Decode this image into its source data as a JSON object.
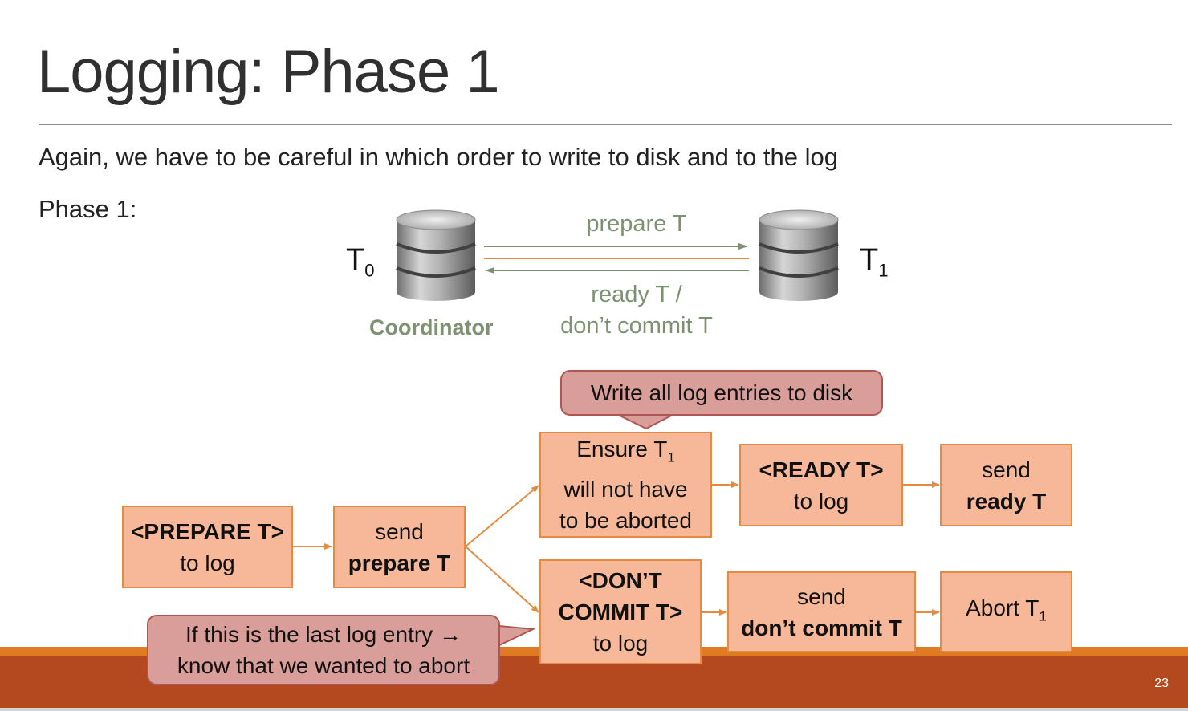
{
  "slide": {
    "title": "Logging: Phase 1",
    "subtitle": "Again, we have to be careful in which order to write to disk and to the log",
    "phase_label": "Phase 1:",
    "page_number": "23"
  },
  "top_diagram": {
    "left_db": {
      "label": "T",
      "sub": "0",
      "role": "Coordinator"
    },
    "right_db": {
      "label": "T",
      "sub": "1"
    },
    "forward_message": "prepare T",
    "reply_message_line1": "ready T /",
    "reply_message_line2": "don’t commit T"
  },
  "flow": {
    "prepare_log": {
      "line1": "<PREPARE T>",
      "line2": "to log"
    },
    "send_prepare": {
      "line1": "send",
      "line2": "prepare T"
    },
    "ensure": {
      "line1": "Ensure T",
      "line1_sub": "1",
      "line2": "will not have",
      "line3": "to be aborted"
    },
    "ready_log": {
      "line1": "<READY T>",
      "line2": "to log"
    },
    "send_ready": {
      "line1": "send",
      "line2": "ready T"
    },
    "dont_commit_log": {
      "line1": "<DON’T",
      "line2": "COMMIT T>",
      "line3": "to log"
    },
    "send_dont_commit": {
      "line1": "send",
      "line2": "don’t commit T"
    },
    "abort": {
      "text": "Abort T",
      "sub": "1"
    }
  },
  "callouts": {
    "write_disk": "Write all log entries to disk",
    "last_entry_line1": "If this is the last log entry →",
    "last_entry_line2": "know that we wanted to abort"
  },
  "colors": {
    "box_fill": "#f7b89a",
    "box_border": "#e58a3f",
    "callout_fill": "#d99e9a",
    "message_green": "#7e9272",
    "footer_band": "#b4491f",
    "footer_accent": "#e07b23"
  },
  "icons": {
    "database": "database-icon"
  }
}
